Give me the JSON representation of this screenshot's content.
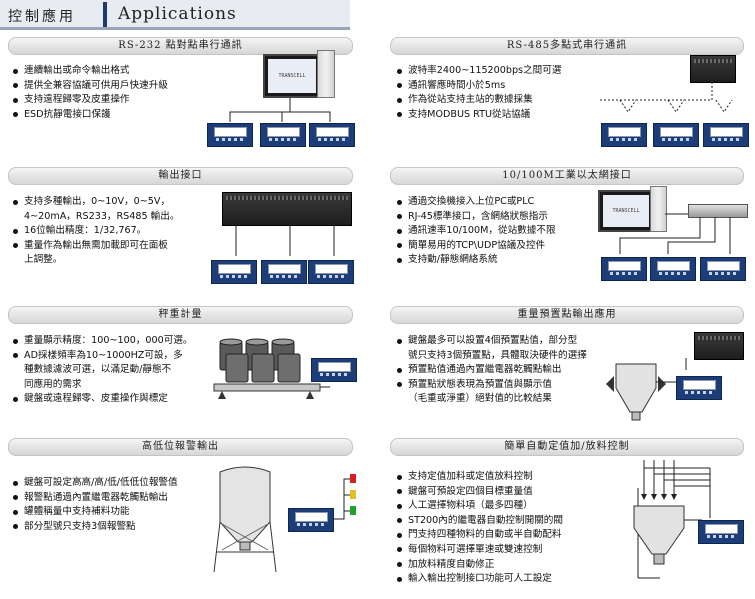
{
  "header": {
    "title_zh": "控制應用",
    "title_en": "Applications"
  },
  "sections": {
    "rs232": {
      "title": "RS-232 點對點串行通訊",
      "bullets": [
        "連續輸出或命令輸出格式",
        "提供全兼容協議可供用戶快速升級",
        "支持遠程歸零及皮重操作",
        "ESD抗靜電接口保護"
      ]
    },
    "rs485": {
      "title": "RS-485多點式串行通訊",
      "bullets": [
        "波特率2400~115200bps之間可選",
        "通訊響應時間小於5ms",
        "作為從站支持主站的數據採集",
        "支持MODBUS  RTU從站協議"
      ]
    },
    "output": {
      "title": "輸出接口",
      "b1a": "支持多種輸出，0~10V，0~5V，",
      "b1b": "4~20mA，RS233，RS485 輸出。",
      "b2": "16位輸出精度：1/32,767。",
      "b3a": "重量作為輸出無需加載即可在面板",
      "b3b": "上調整。"
    },
    "ethernet": {
      "title": "10/100M工業以太網接口",
      "bullets": [
        "通過交換機接入上位PC或PLC",
        "RJ-45標準接口，含網絡狀態指示",
        "通訊速率10/100M，從站數據不限",
        "簡單易用的TCP\\UDP協議及控件",
        "支持動/靜態網絡系統"
      ]
    },
    "weighing": {
      "title": "秤重計量",
      "b1": "重量顯示精度：100~100，000可選。",
      "b2a": "AD採樣頻率為10~1000HZ可設，多",
      "b2b": "種數據濾波可選，以滿足動/靜態不",
      "b2c": "同應用的需求",
      "b3": "鍵盤或遠程歸零、皮重操作與標定"
    },
    "preset": {
      "title": "重量預置點輸出應用",
      "b1a": "鍵盤最多可以設置4個預置點值，部分型",
      "b1b": "號只支持3個預置點，具體取決硬件的選擇",
      "b2": "預置點值通過內置繼電器乾觸點輸出",
      "b3a": "預置點狀態表現為預置值與顯示值",
      "b3b": "（毛重或淨重）絕對值的比較結果"
    },
    "alarm": {
      "title": "高低位報警輸出",
      "bullets": [
        "鍵盤可設定高高/高/低/低低位報警值",
        "報警點通過內置繼電器乾觸點輸出",
        "罐體稱量中支持補料功能",
        "部分型號只支持3個報警點"
      ]
    },
    "batch": {
      "title": "簡單自動定值加/放料控制",
      "bullets": [
        "支持定值加料或定值放料控制",
        "鍵盤可預設定四個目標重量值",
        "人工選擇物料項（最多四種）",
        "ST200內的繼電器自動控制開關的閥",
        "門支持四種物料的自動或半自動配料",
        "每個物料可選擇單速或雙速控制",
        "加放料精度自動修正",
        "輸入輸出控制接口功能可人工設定"
      ]
    }
  },
  "monitor_label": "TRANSCELL",
  "colors": {
    "navy": "#1c3a6e",
    "panel": "#1d3d78",
    "light_red": "#d62020",
    "light_yellow": "#e0c020",
    "light_green": "#20a030"
  }
}
